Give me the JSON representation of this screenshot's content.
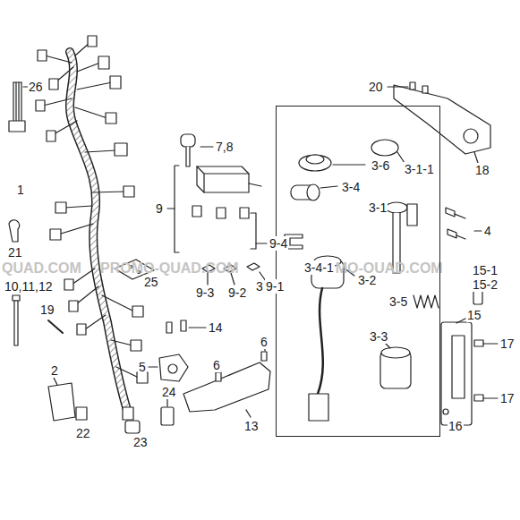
{
  "diagram": {
    "nodes": [
      {
        "text": [
          "3-6",
          "3-4",
          "3-1-1",
          "3-1",
          "3-4-1",
          "3-2",
          "3-5",
          "3-3"
        ]
      }
    ],
    "labels": [
      "26",
      "1",
      "7,8",
      "9",
      "9-4",
      "9-3",
      "9-2",
      "9-1",
      "20",
      "18",
      "4",
      "15-1",
      "15-2",
      "15",
      "17",
      "17",
      "16",
      "3",
      "21",
      "10,11,12",
      "19",
      "25",
      "14",
      "5",
      "6",
      "6",
      "13",
      "24",
      "2",
      "22",
      "23",
      "QUAD.COM",
      "PROMO-QUAD.COM",
      "PROMO-QUAD.COM"
    ]
  }
}
